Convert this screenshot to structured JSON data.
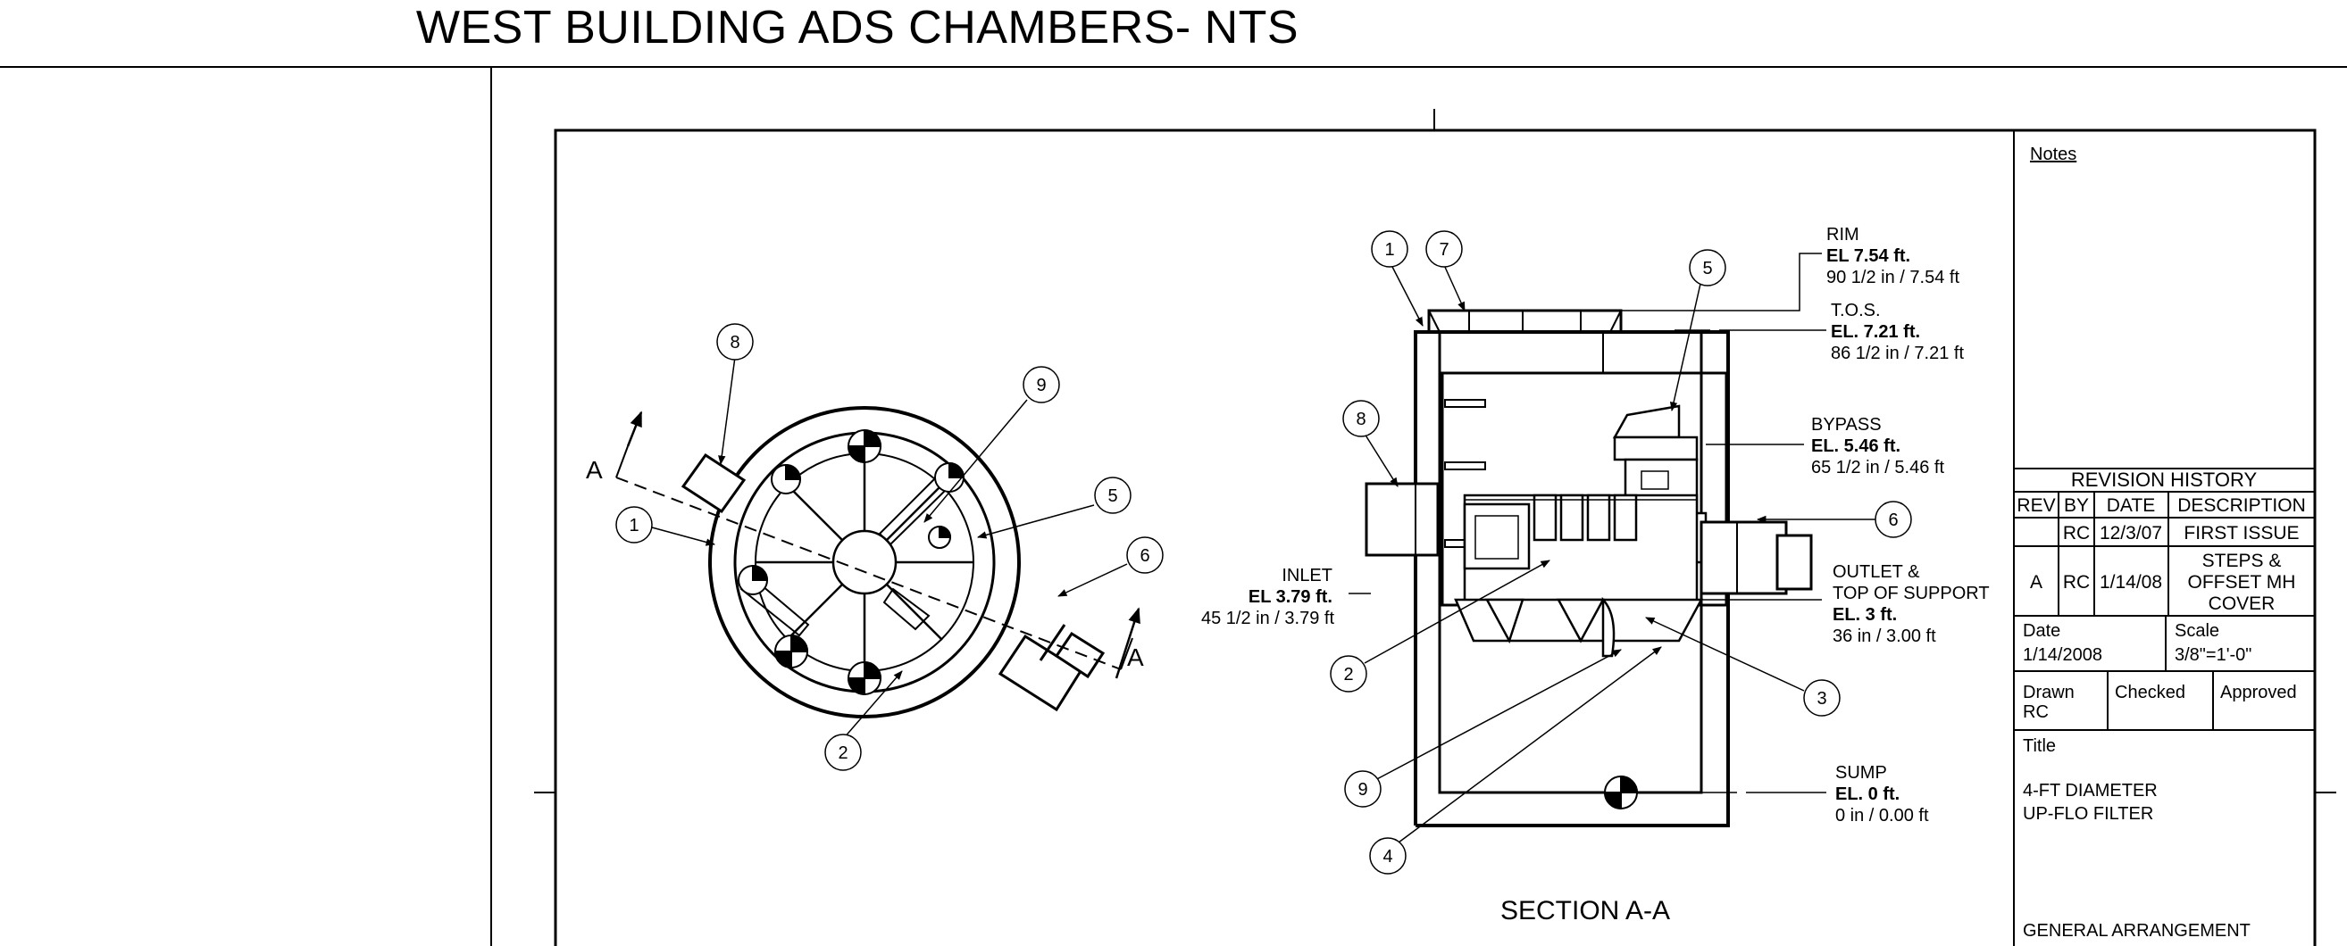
{
  "page_title": "WEST BUILDING ADS CHAMBERS- NTS",
  "plan_view": {
    "section_marker": "A",
    "callouts": [
      "8",
      "9",
      "5",
      "1",
      "6",
      "2"
    ]
  },
  "section_view": {
    "title": "SECTION  A-A",
    "callouts": [
      "1",
      "7",
      "5",
      "8",
      "6",
      "2",
      "3",
      "9",
      "4"
    ],
    "elevations": {
      "rim": {
        "name": "RIM",
        "el": "EL 7.54 ft.",
        "dim": "90 1/2 in / 7.54 ft"
      },
      "tos": {
        "name": "T.O.S.",
        "el": "EL. 7.21 ft.",
        "dim": "86 1/2 in / 7.21 ft"
      },
      "bypass": {
        "name": "BYPASS",
        "el": "EL. 5.46 ft.",
        "dim": "65 1/2 in / 5.46 ft"
      },
      "outlet": {
        "name1": "OUTLET  &",
        "name2": "TOP OF SUPPORT",
        "el": "EL. 3 ft.",
        "dim": "36 in / 3.00 ft"
      },
      "inlet": {
        "name": "INLET",
        "el": "EL 3.79 ft.",
        "dim": "45 1/2 in / 3.79 ft"
      },
      "sump": {
        "name": "SUMP",
        "el": "EL. 0 ft.",
        "dim": "0 in / 0.00 ft"
      }
    }
  },
  "title_block": {
    "notes_label": "Notes",
    "revision_header": "REVISION HISTORY",
    "columns": [
      "REV",
      "BY",
      "DATE",
      "DESCRIPTION"
    ],
    "rows": [
      {
        "rev": "",
        "by": "RC",
        "date": "12/3/07",
        "desc": [
          "FIRST ISSUE"
        ]
      },
      {
        "rev": "A",
        "by": "RC",
        "date": "1/14/08",
        "desc": [
          "STEPS &",
          "OFFSET MH",
          "COVER"
        ]
      }
    ],
    "date_label": "Date",
    "date_value": "1/14/2008",
    "scale_label": "Scale",
    "scale_value": "3/8\"=1'-0\"",
    "drawn_label": "Drawn",
    "drawn_value": "RC",
    "checked_label": "Checked",
    "approved_label": "Approved",
    "title_label": "Title",
    "title_line1": "4-FT DIAMETER",
    "title_line2": "UP-FLO FILTER",
    "sheet_label": "GENERAL ARRANGEMENT"
  }
}
